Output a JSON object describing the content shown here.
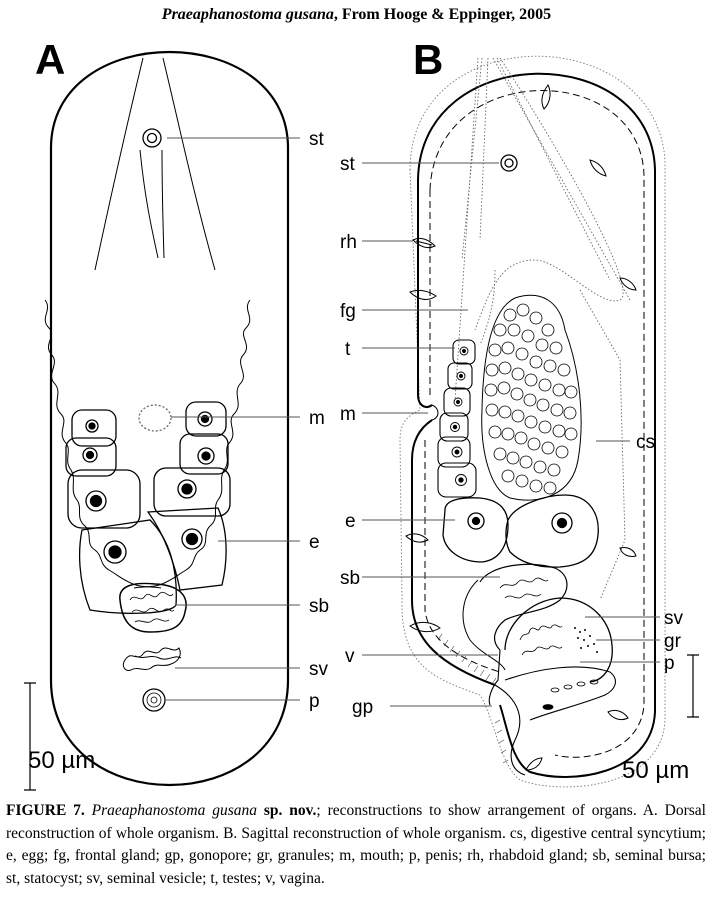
{
  "header": {
    "species": "Praeaphanostoma gusana",
    "source": ", From Hooge & Eppinger, 2005"
  },
  "panels": {
    "a": "A",
    "b": "B"
  },
  "labels_a": {
    "st": "st",
    "m": "m",
    "e": "e",
    "sb": "sb",
    "sv": "sv",
    "p": "p"
  },
  "labels_b": {
    "st": "st",
    "rh": "rh",
    "fg": "fg",
    "t": "t",
    "m": "m",
    "cs": "cs",
    "e": "e",
    "sb": "sb",
    "sv": "sv",
    "gr": "gr",
    "v": "v",
    "p": "p",
    "gp": "gp"
  },
  "scale_bars": {
    "a": "50 µm",
    "b": "50 µm"
  },
  "caption": {
    "figure_label": "FIGURE 7.",
    "species": "Praeaphanostoma gusana",
    "sp_nov": "sp. nov.",
    "text": "; reconstructions to show arrangement of organs. A. Dorsal reconstruction of whole organism. B. Sagittal reconstruction of whole organism.  cs, digestive central syncytium; e, egg; fg, frontal gland; gp, gonopore; gr, granules; m, mouth; p, penis; rh, rhabdoid gland; sb, seminal bursa; st, statocyst; sv, seminal vesicle; t, testes; v, vagina."
  },
  "colors": {
    "ink": "#000000",
    "paper": "#ffffff",
    "leader": "#555555",
    "dotted": "#666666"
  }
}
